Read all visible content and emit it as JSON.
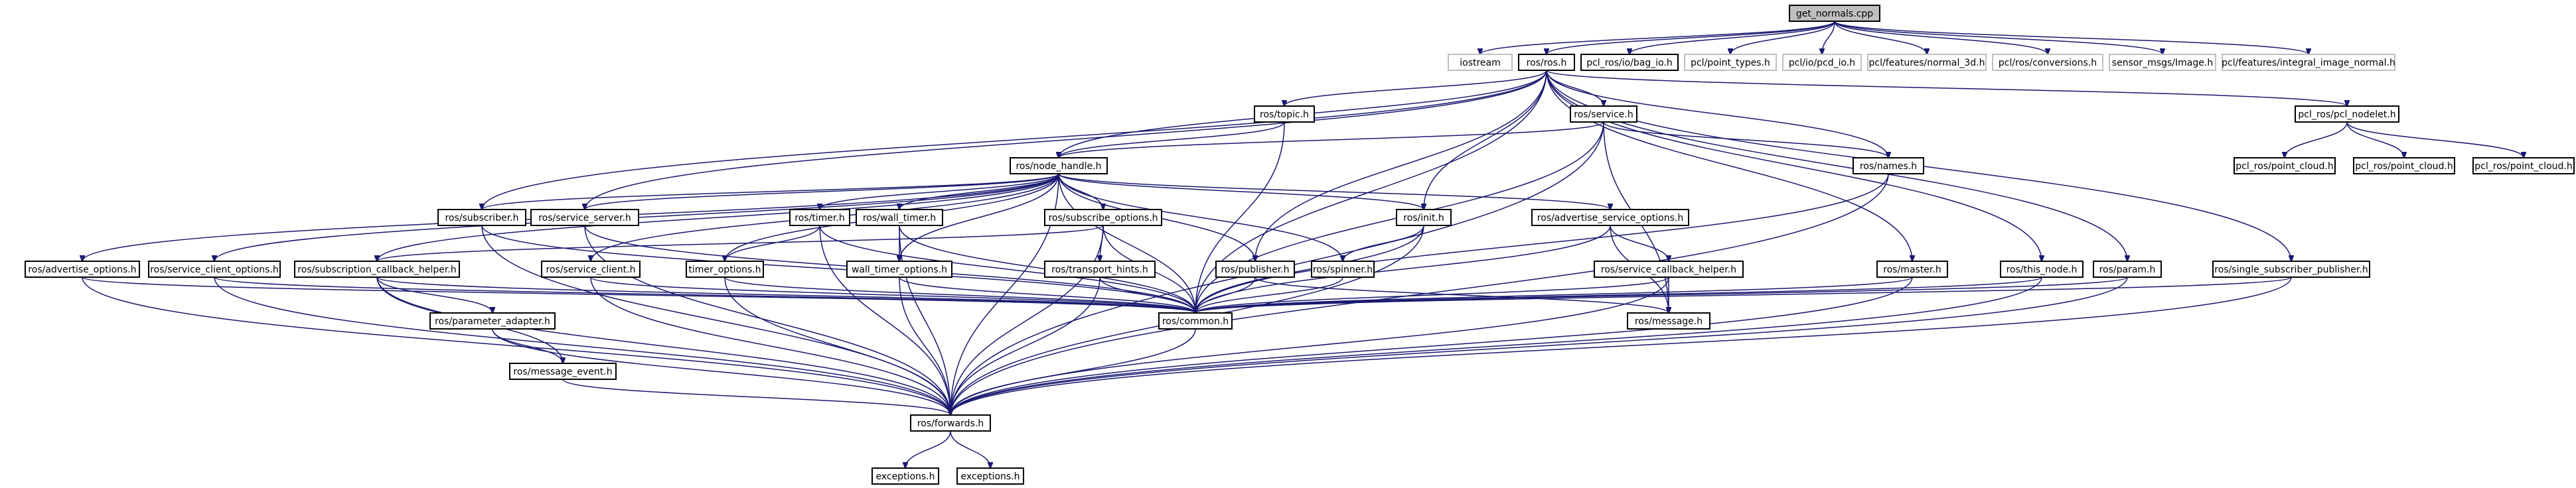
{
  "title": "get_normals.cpp",
  "nodes": [
    {
      "id": "root",
      "label": "get_normals.cpp",
      "style": "root"
    },
    {
      "id": "iostream",
      "label": "iostream",
      "style": "grey"
    },
    {
      "id": "ros",
      "label": "ros/ros.h",
      "style": "normal"
    },
    {
      "id": "bag_io",
      "label": "pcl_ros/io/bag_io.h",
      "style": "normal"
    },
    {
      "id": "point_types",
      "label": "pcl/point_types.h",
      "style": "grey"
    },
    {
      "id": "pcd_io",
      "label": "pcl/io/pcd_io.h",
      "style": "grey"
    },
    {
      "id": "normal3d",
      "label": "pcl/features/normal_3d.h",
      "style": "grey"
    },
    {
      "id": "conversions",
      "label": "pcl/ros/conversions.h",
      "style": "grey"
    },
    {
      "id": "sensor_image",
      "label": "sensor_msgs/Image.h",
      "style": "grey"
    },
    {
      "id": "integral",
      "label": "pcl/features/integral_image_normal.h",
      "style": "grey"
    },
    {
      "id": "topic",
      "label": "ros/topic.h",
      "style": "normal"
    },
    {
      "id": "service",
      "label": "ros/service.h",
      "style": "normal"
    },
    {
      "id": "nodelet",
      "label": "pcl_ros/pcl_nodelet.h",
      "style": "normal"
    },
    {
      "id": "node_handle",
      "label": "ros/node_handle.h",
      "style": "normal"
    },
    {
      "id": "names",
      "label": "ros/names.h",
      "style": "normal"
    },
    {
      "id": "pc1",
      "label": "pcl_ros/point_cloud.h",
      "style": "normal"
    },
    {
      "id": "pc2",
      "label": "pcl_ros/point_cloud.h",
      "style": "normal"
    },
    {
      "id": "pc3",
      "label": "pcl_ros/point_cloud.h",
      "style": "normal"
    },
    {
      "id": "subscriber",
      "label": "ros/subscriber.h",
      "style": "normal"
    },
    {
      "id": "service_server",
      "label": "ros/service_server.h",
      "style": "normal"
    },
    {
      "id": "timer",
      "label": "ros/timer.h",
      "style": "normal"
    },
    {
      "id": "wall_timer",
      "label": "ros/wall_timer.h",
      "style": "normal"
    },
    {
      "id": "subscribe_options",
      "label": "ros/subscribe_options.h",
      "style": "normal"
    },
    {
      "id": "init",
      "label": "ros/init.h",
      "style": "normal"
    },
    {
      "id": "adv_service_options",
      "label": "ros/advertise_service_options.h",
      "style": "normal"
    },
    {
      "id": "advertise_options",
      "label": "ros/advertise_options.h",
      "style": "normal"
    },
    {
      "id": "service_client_options",
      "label": "ros/service_client_options.h",
      "style": "normal"
    },
    {
      "id": "sub_cb_helper",
      "label": "ros/subscription_callback_helper.h",
      "style": "normal"
    },
    {
      "id": "service_client",
      "label": "ros/service_client.h",
      "style": "normal"
    },
    {
      "id": "timer_options",
      "label": "timer_options.h",
      "style": "normal"
    },
    {
      "id": "wall_timer_options",
      "label": "wall_timer_options.h",
      "style": "normal"
    },
    {
      "id": "transport_hints",
      "label": "ros/transport_hints.h",
      "style": "normal"
    },
    {
      "id": "publisher",
      "label": "ros/publisher.h",
      "style": "normal"
    },
    {
      "id": "spinner",
      "label": "ros/spinner.h",
      "style": "normal"
    },
    {
      "id": "service_cb_helper",
      "label": "ros/service_callback_helper.h",
      "style": "normal"
    },
    {
      "id": "master",
      "label": "ros/master.h",
      "style": "normal"
    },
    {
      "id": "this_node",
      "label": "ros/this_node.h",
      "style": "normal"
    },
    {
      "id": "param",
      "label": "ros/param.h",
      "style": "normal"
    },
    {
      "id": "single_sub_pub",
      "label": "ros/single_subscriber_publisher.h",
      "style": "normal"
    },
    {
      "id": "common",
      "label": "ros/common.h",
      "style": "normal"
    },
    {
      "id": "message",
      "label": "ros/message.h",
      "style": "normal"
    },
    {
      "id": "param_adapter",
      "label": "ros/parameter_adapter.h",
      "style": "normal"
    },
    {
      "id": "message_event",
      "label": "ros/message_event.h",
      "style": "normal"
    },
    {
      "id": "forwards",
      "label": "ros/forwards.h",
      "style": "normal"
    },
    {
      "id": "exceptions1",
      "label": "exceptions.h",
      "style": "normal"
    },
    {
      "id": "exceptions2",
      "label": "exceptions.h",
      "style": "normal"
    }
  ],
  "edges": [
    [
      "root",
      "iostream"
    ],
    [
      "root",
      "ros"
    ],
    [
      "root",
      "bag_io"
    ],
    [
      "root",
      "point_types"
    ],
    [
      "root",
      "pcd_io"
    ],
    [
      "root",
      "normal3d"
    ],
    [
      "root",
      "conversions"
    ],
    [
      "root",
      "sensor_image"
    ],
    [
      "root",
      "integral"
    ],
    [
      "ros",
      "topic"
    ],
    [
      "ros",
      "service"
    ],
    [
      "ros",
      "node_handle"
    ],
    [
      "ros",
      "names"
    ],
    [
      "ros",
      "nodelet"
    ],
    [
      "ros",
      "subscriber"
    ],
    [
      "ros",
      "service_server"
    ],
    [
      "ros",
      "init"
    ],
    [
      "ros",
      "publisher"
    ],
    [
      "ros",
      "master"
    ],
    [
      "ros",
      "this_node"
    ],
    [
      "ros",
      "param"
    ],
    [
      "ros",
      "single_sub_pub"
    ],
    [
      "ros",
      "common"
    ],
    [
      "nodelet",
      "pc1"
    ],
    [
      "nodelet",
      "pc2"
    ],
    [
      "nodelet",
      "pc3"
    ],
    [
      "topic",
      "node_handle"
    ],
    [
      "topic",
      "common"
    ],
    [
      "service",
      "node_handle"
    ],
    [
      "service",
      "names"
    ],
    [
      "service",
      "common"
    ],
    [
      "service",
      "forwards"
    ],
    [
      "service",
      "message"
    ],
    [
      "node_handle",
      "subscriber"
    ],
    [
      "node_handle",
      "service_server"
    ],
    [
      "node_handle",
      "timer"
    ],
    [
      "node_handle",
      "wall_timer"
    ],
    [
      "node_handle",
      "subscribe_options"
    ],
    [
      "node_handle",
      "init"
    ],
    [
      "node_handle",
      "adv_service_options"
    ],
    [
      "node_handle",
      "advertise_options"
    ],
    [
      "node_handle",
      "service_client_options"
    ],
    [
      "node_handle",
      "sub_cb_helper"
    ],
    [
      "node_handle",
      "service_client"
    ],
    [
      "node_handle",
      "timer_options"
    ],
    [
      "node_handle",
      "wall_timer_options"
    ],
    [
      "node_handle",
      "publisher"
    ],
    [
      "node_handle",
      "spinner"
    ],
    [
      "node_handle",
      "common"
    ],
    [
      "node_handle",
      "forwards"
    ],
    [
      "names",
      "common"
    ],
    [
      "names",
      "forwards"
    ],
    [
      "subscriber",
      "common"
    ],
    [
      "subscriber",
      "forwards"
    ],
    [
      "service_server",
      "common"
    ],
    [
      "service_server",
      "forwards"
    ],
    [
      "timer",
      "timer_options"
    ],
    [
      "timer",
      "common"
    ],
    [
      "timer",
      "forwards"
    ],
    [
      "wall_timer",
      "wall_timer_options"
    ],
    [
      "wall_timer",
      "common"
    ],
    [
      "wall_timer",
      "forwards"
    ],
    [
      "subscribe_options",
      "transport_hints"
    ],
    [
      "subscribe_options",
      "sub_cb_helper"
    ],
    [
      "subscribe_options",
      "common"
    ],
    [
      "subscribe_options",
      "forwards"
    ],
    [
      "init",
      "spinner"
    ],
    [
      "init",
      "common"
    ],
    [
      "init",
      "forwards"
    ],
    [
      "adv_service_options",
      "service_cb_helper"
    ],
    [
      "adv_service_options",
      "common"
    ],
    [
      "adv_service_options",
      "message"
    ],
    [
      "advertise_options",
      "common"
    ],
    [
      "advertise_options",
      "forwards"
    ],
    [
      "service_client_options",
      "common"
    ],
    [
      "service_client_options",
      "forwards"
    ],
    [
      "sub_cb_helper",
      "param_adapter"
    ],
    [
      "sub_cb_helper",
      "message_event"
    ],
    [
      "sub_cb_helper",
      "common"
    ],
    [
      "sub_cb_helper",
      "forwards"
    ],
    [
      "service_client",
      "common"
    ],
    [
      "service_client",
      "forwards"
    ],
    [
      "timer_options",
      "common"
    ],
    [
      "timer_options",
      "forwards"
    ],
    [
      "wall_timer_options",
      "common"
    ],
    [
      "wall_timer_options",
      "forwards"
    ],
    [
      "transport_hints",
      "common"
    ],
    [
      "transport_hints",
      "forwards"
    ],
    [
      "publisher",
      "common"
    ],
    [
      "publisher",
      "message"
    ],
    [
      "spinner",
      "common"
    ],
    [
      "service_cb_helper",
      "common"
    ],
    [
      "service_cb_helper",
      "message"
    ],
    [
      "service_cb_helper",
      "forwards"
    ],
    [
      "master",
      "common"
    ],
    [
      "master",
      "forwards"
    ],
    [
      "this_node",
      "common"
    ],
    [
      "this_node",
      "forwards"
    ],
    [
      "param",
      "common"
    ],
    [
      "param",
      "forwards"
    ],
    [
      "single_sub_pub",
      "common"
    ],
    [
      "single_sub_pub",
      "forwards"
    ],
    [
      "common",
      "forwards"
    ],
    [
      "param_adapter",
      "message_event"
    ],
    [
      "param_adapter",
      "forwards"
    ],
    [
      "message_event",
      "forwards"
    ],
    [
      "forwards",
      "exceptions1"
    ],
    [
      "forwards",
      "exceptions2"
    ]
  ]
}
